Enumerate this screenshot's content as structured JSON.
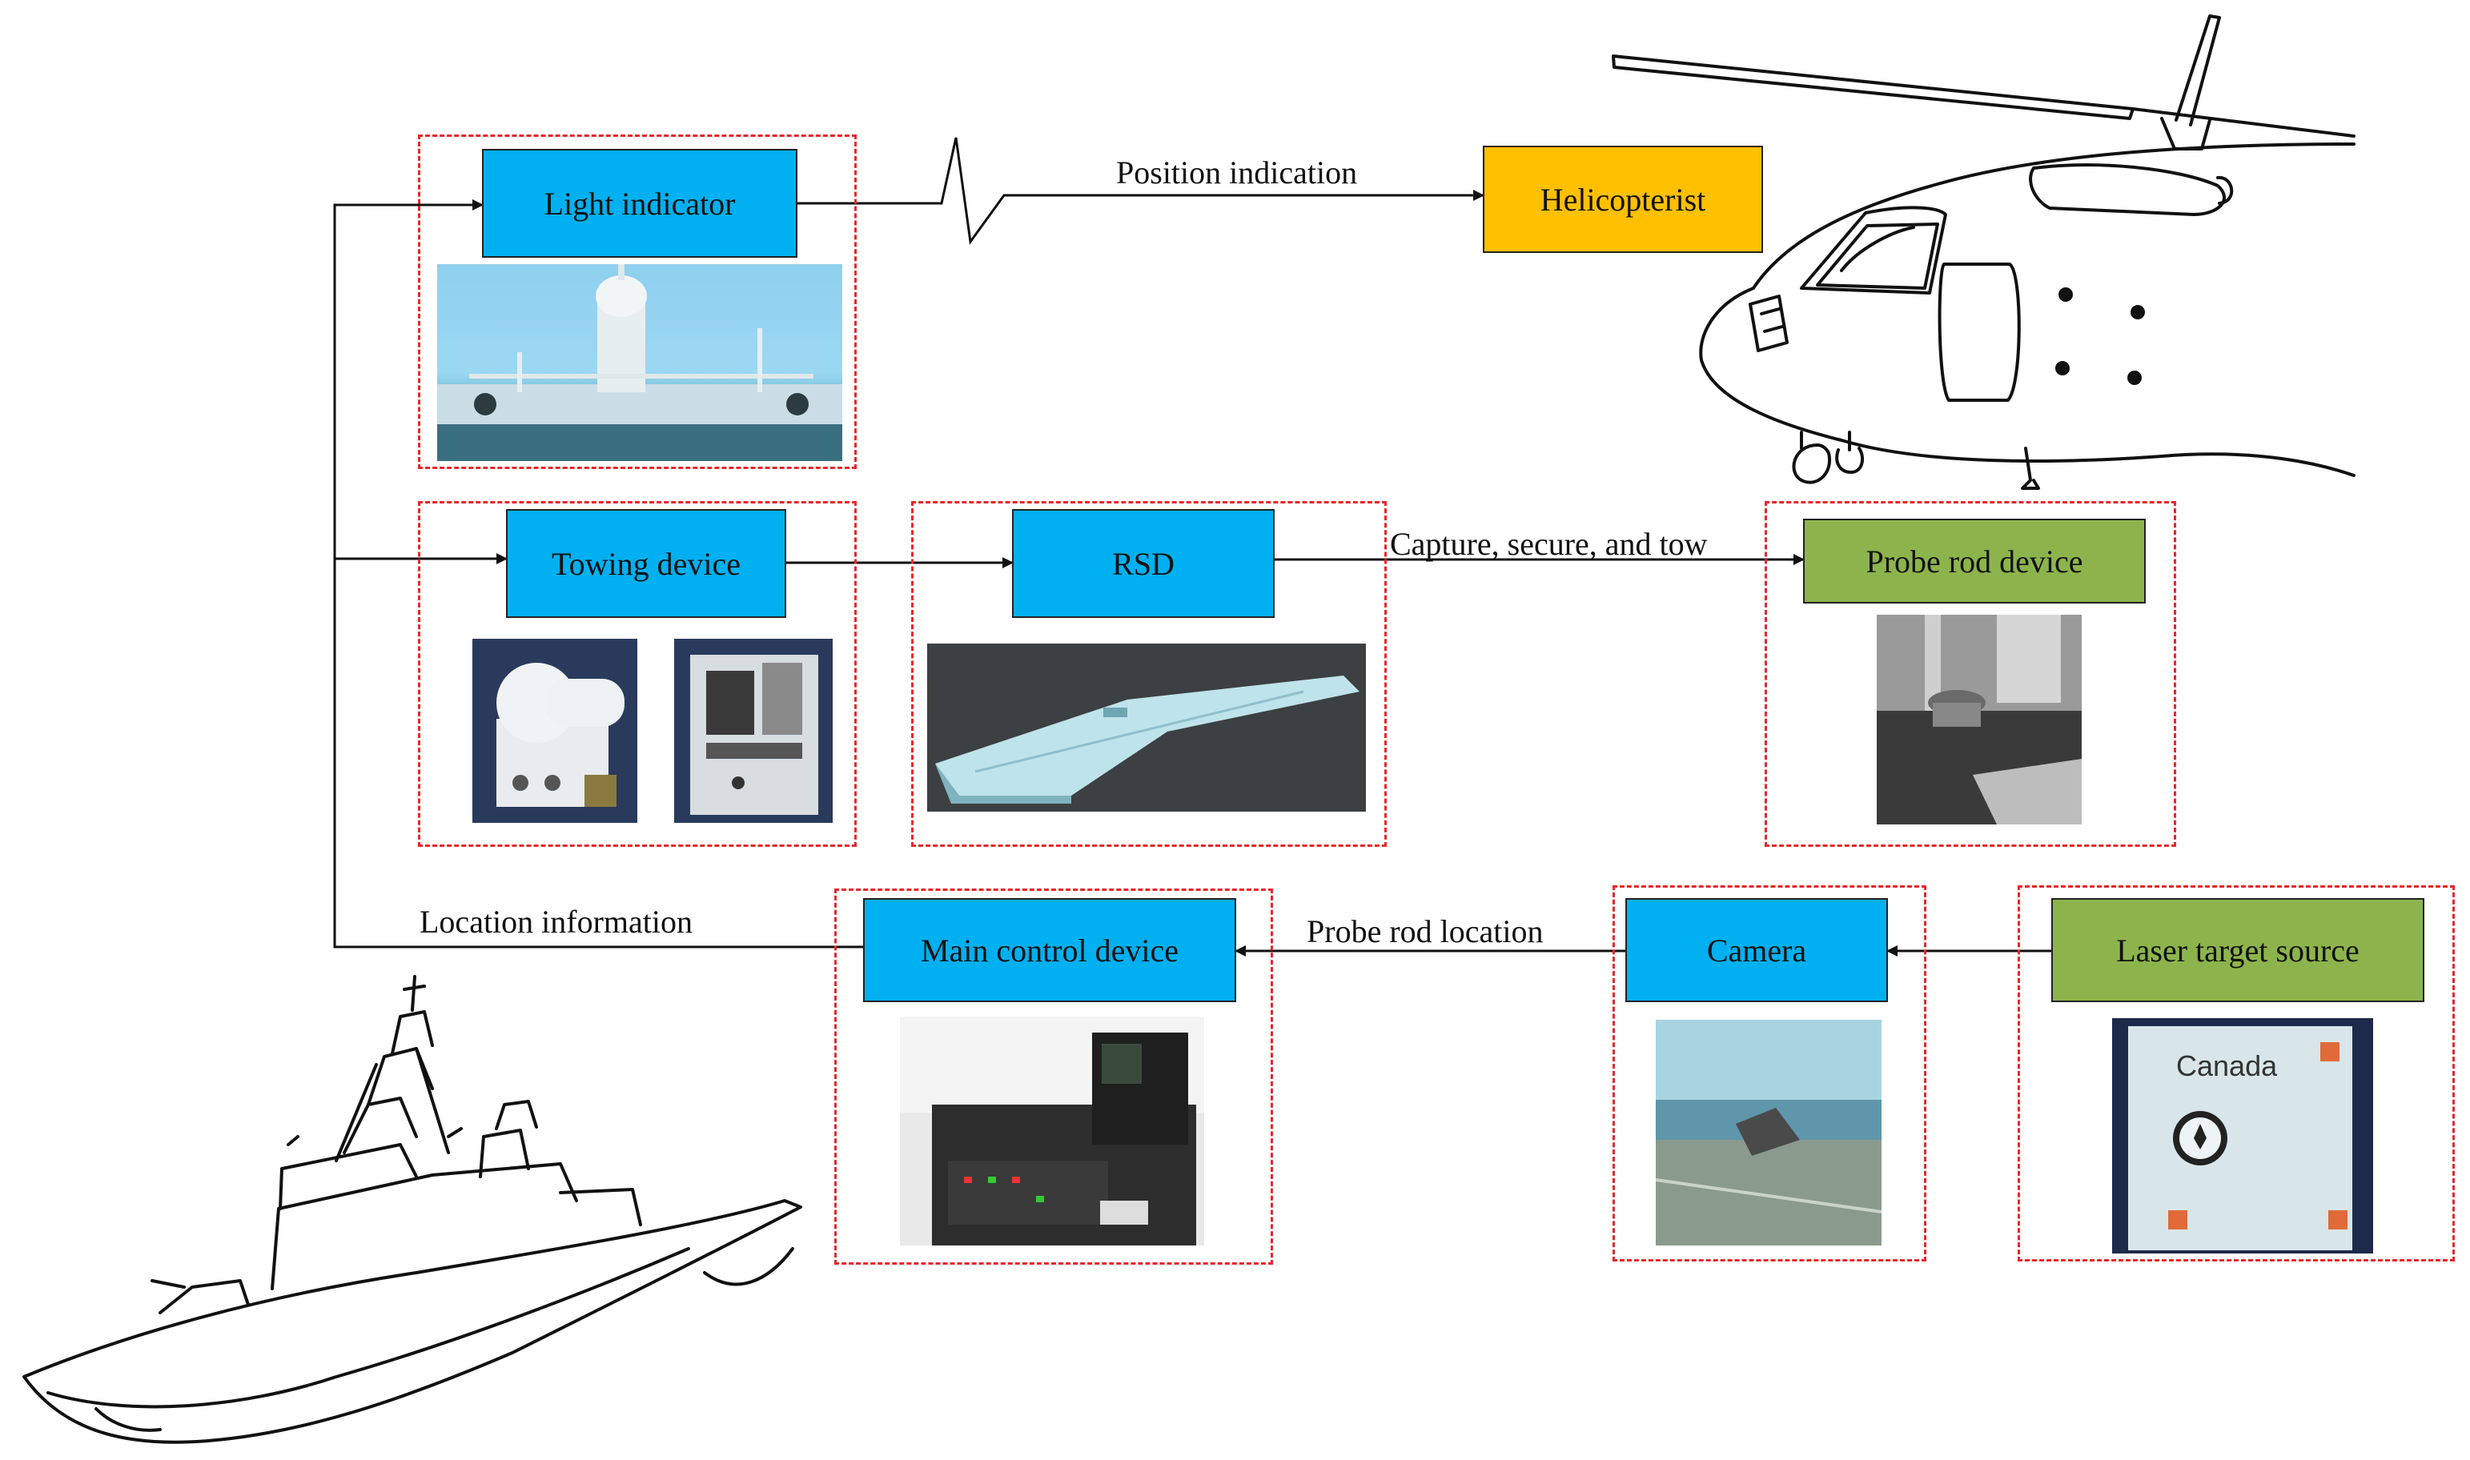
{
  "colors": {
    "blue_box": "#00b0f0",
    "orange_box": "#ffc000",
    "green_box": "#8db44c",
    "group_border": "#e8262b",
    "line": "#111111"
  },
  "nodes": {
    "light_indicator": "Light indicator",
    "helicopterist": "Helicopterist",
    "towing_device": "Towing device",
    "rsd": "RSD",
    "probe_rod_device": "Probe rod device",
    "main_control_device": "Main control device",
    "camera": "Camera",
    "laser_target_source": "Laser target source"
  },
  "edges": {
    "position_indication": "Position indication",
    "capture_secure_tow": "Capture, secure, and tow",
    "location_information": "Location information",
    "probe_rod_location": "Probe rod location"
  },
  "illustrations": {
    "helicopter": "helicopter-line-drawing",
    "ship": "frigate-line-drawing",
    "laser_target_photo_text": "Canada"
  }
}
